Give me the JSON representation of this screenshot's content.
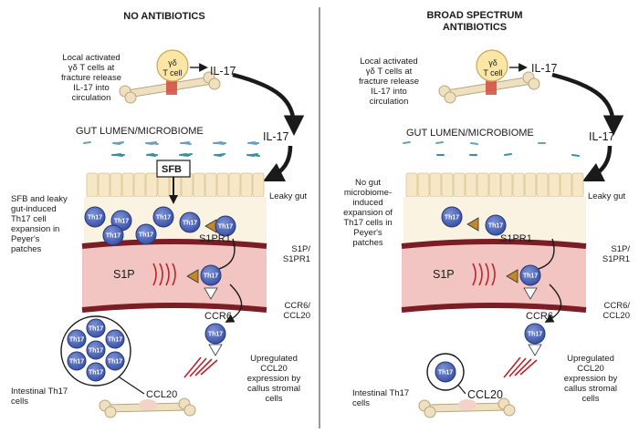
{
  "colors": {
    "th17": "#4a63b8",
    "th17_edge": "#23357a",
    "receptor": "#c08a2a",
    "vessel_outer": "#7a1d24",
    "vessel_inner": "#f3c5c2",
    "epithelium": "#f6e7c6",
    "bone": "#efe0c0",
    "t_cell": "#fbe6a6"
  },
  "left": {
    "heading": "NO ANTIBIOTICS",
    "cell_label": [
      "γδ",
      "T cell"
    ],
    "il17_top": "IL-17",
    "local_text": [
      "Local activated",
      "γδ T cells at",
      "fracture  release",
      "IL-17 into",
      "circulation"
    ],
    "il17_right": "IL-17",
    "gut_label": "GUT LUMEN/MICROBIOME",
    "sfb": "SFB",
    "leaky": "Leaky gut",
    "expansion_text": [
      "SFB and leaky",
      "gut-induced",
      "Th17 cell",
      "expansion in",
      "Peyer's",
      "patches"
    ],
    "s1pr1": "S1PR1",
    "s1p_pair": [
      "S1P/",
      "S1PR1"
    ],
    "s1p": "S1P",
    "ccr6": "CCR6",
    "ccr6_pair": [
      "CCR6/",
      "CCL20"
    ],
    "ccl20": "CCL20",
    "upreg": [
      "Upregulated",
      "CCL20",
      "expression by",
      "callus stromal",
      "cells"
    ],
    "intestinal": [
      "Intestinal Th17",
      "cells"
    ]
  },
  "right": {
    "heading": [
      "BROAD SPECTRUM",
      "ANTIBIOTICS"
    ],
    "cell_label": [
      "γδ",
      "T cell"
    ],
    "il17_top": "IL-17",
    "local_text": [
      "Local activated",
      "γδ T cells at",
      "fracture  release",
      "IL-17 into",
      "circulation"
    ],
    "il17_right": "IL-17",
    "gut_label": "GUT LUMEN/MICROBIOME",
    "leaky": "Leaky gut",
    "no_gut_text": [
      "No gut",
      "microbiome-",
      "induced",
      "expansion of",
      "Th17 cells in",
      "Peyer's",
      "patches"
    ],
    "s1pr1": "S1PR1",
    "s1p_pair": [
      "S1P/",
      "S1PR1"
    ],
    "s1p": "S1P",
    "ccr6": "CCR6",
    "ccr6_pair": [
      "CCR6/",
      "CCL20"
    ],
    "ccl20": "CCL20",
    "upreg": [
      "Upregulated",
      "CCL20",
      "expression by",
      "callus stromal",
      "cells"
    ],
    "intestinal": [
      "Intestinal Th17",
      "cells"
    ]
  },
  "th17_label": "Th17"
}
